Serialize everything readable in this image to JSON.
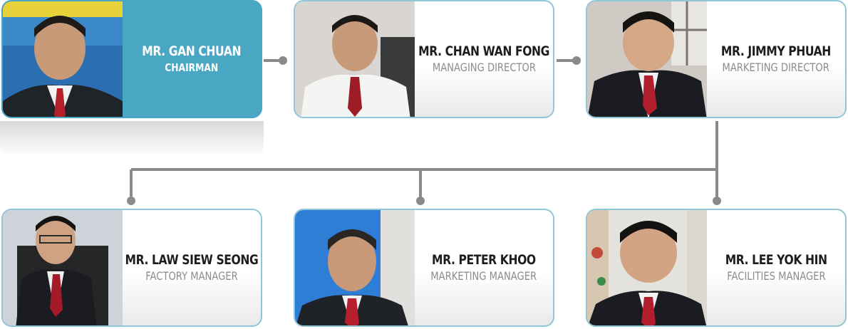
{
  "colors": {
    "accent": "#4aa7c4",
    "border": "#8fc6d8",
    "connector": "#8a8a8a",
    "name_text": "#1d1d1d",
    "role_text": "#8c8c8c"
  },
  "top_row": [
    {
      "name": "MR. GAN CHUAN",
      "role": "CHAIRMAN",
      "highlight": true,
      "photo": "portrait-photo"
    },
    {
      "name": "MR. CHAN WAN FONG",
      "role": "MANAGING DIRECTOR",
      "highlight": false,
      "photo": "portrait-photo"
    },
    {
      "name": "MR. JIMMY PHUAH",
      "role": "MARKETING DIRECTOR",
      "highlight": false,
      "photo": "portrait-photo"
    }
  ],
  "bottom_row": [
    {
      "name": "MR. LAW SIEW SEONG",
      "role": "FACTORY MANAGER",
      "highlight": false,
      "photo": "portrait-photo"
    },
    {
      "name": "MR. PETER KHOO",
      "role": "MARKETING MANAGER",
      "highlight": false,
      "photo": "portrait-photo"
    },
    {
      "name": "MR. LEE YOK HIN",
      "role": "FACILITIES MANAGER",
      "highlight": false,
      "photo": "portrait-photo"
    }
  ]
}
